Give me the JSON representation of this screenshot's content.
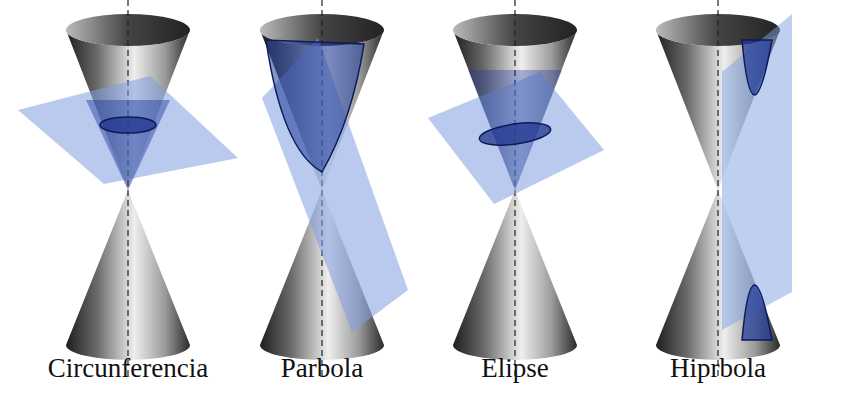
{
  "diagram": {
    "labels": [
      "Circunferencia",
      "Parbola",
      "Elipse",
      "Hiprbola"
    ]
  }
}
